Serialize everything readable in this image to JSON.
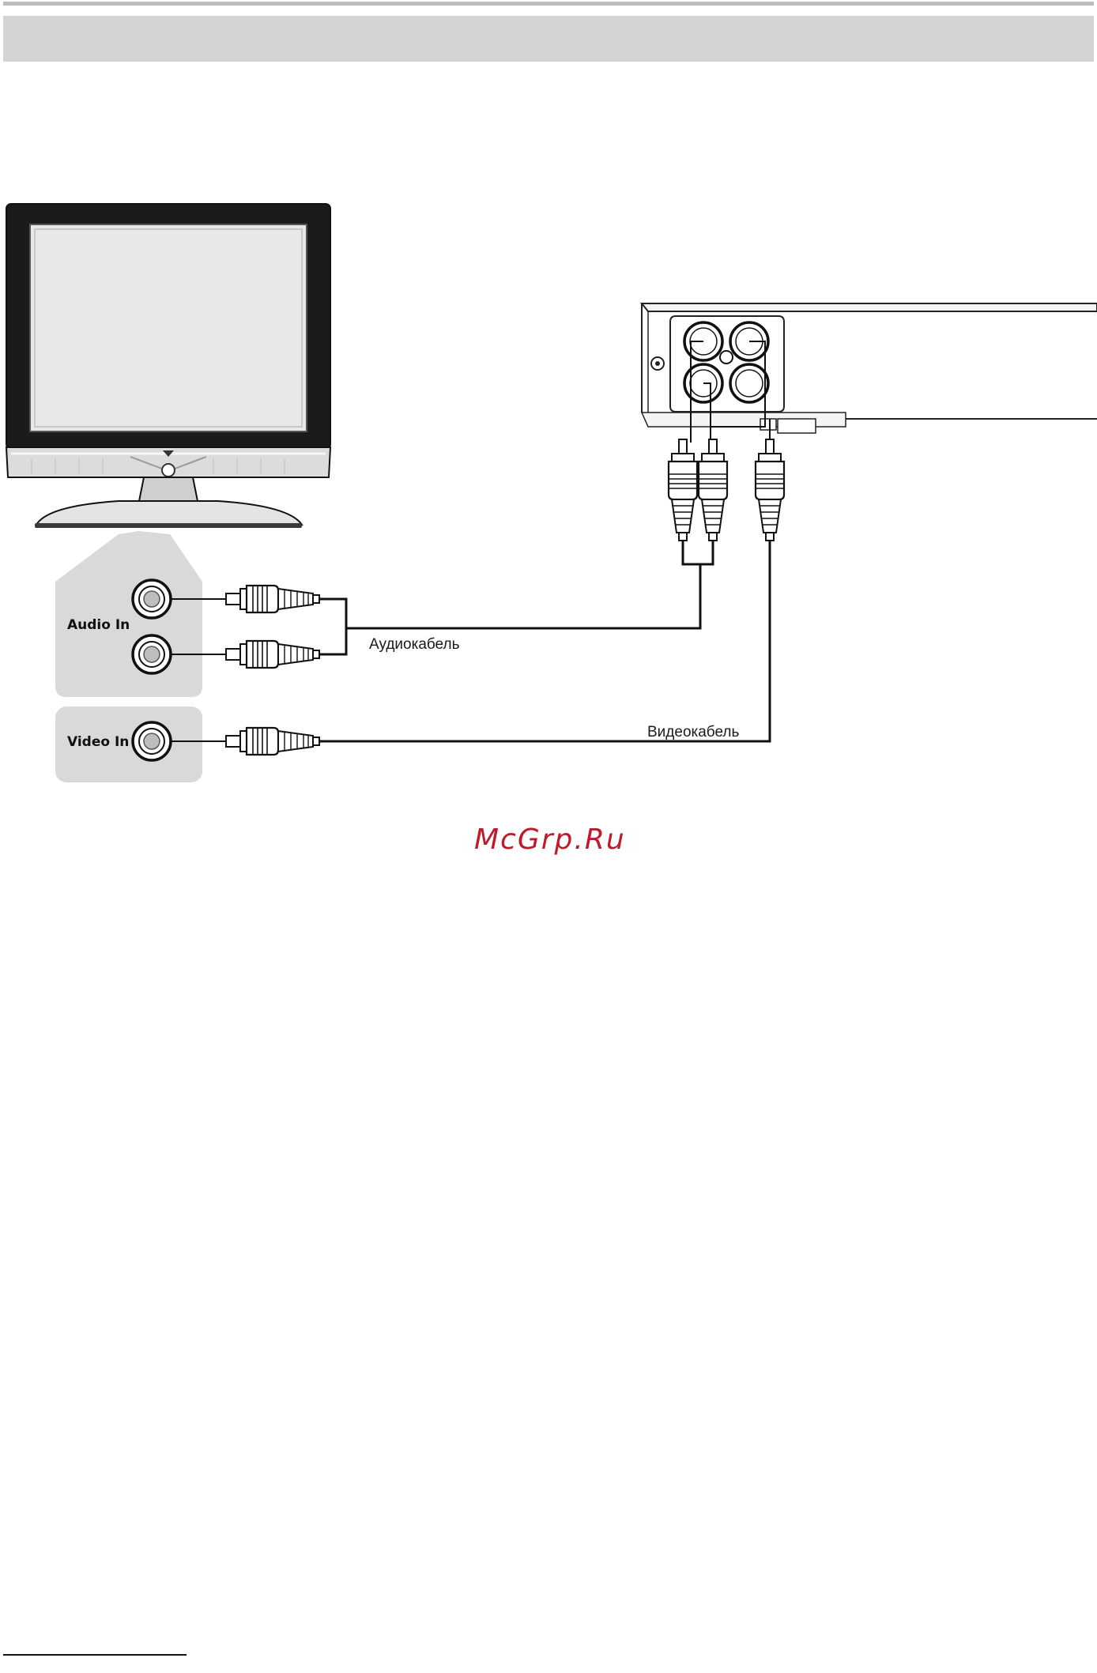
{
  "labels": {
    "audio_in": "Audio In",
    "video_in": "Video In",
    "audio_cable": "Аудиокабель",
    "video_cable": "Видеокабель"
  },
  "watermark": {
    "text": "McGrp.Ru",
    "color": "#c0192a"
  },
  "colors": {
    "header_bar": "#d4d4d4",
    "panel_fill": "#d9d9d9",
    "line": "#111111",
    "screen": "#e8e8e8"
  },
  "icons": {
    "tv": "lcd-tv-icon",
    "player": "dvd-player-icon",
    "plug": "rca-plug-icon",
    "jack": "rca-jack-icon"
  }
}
